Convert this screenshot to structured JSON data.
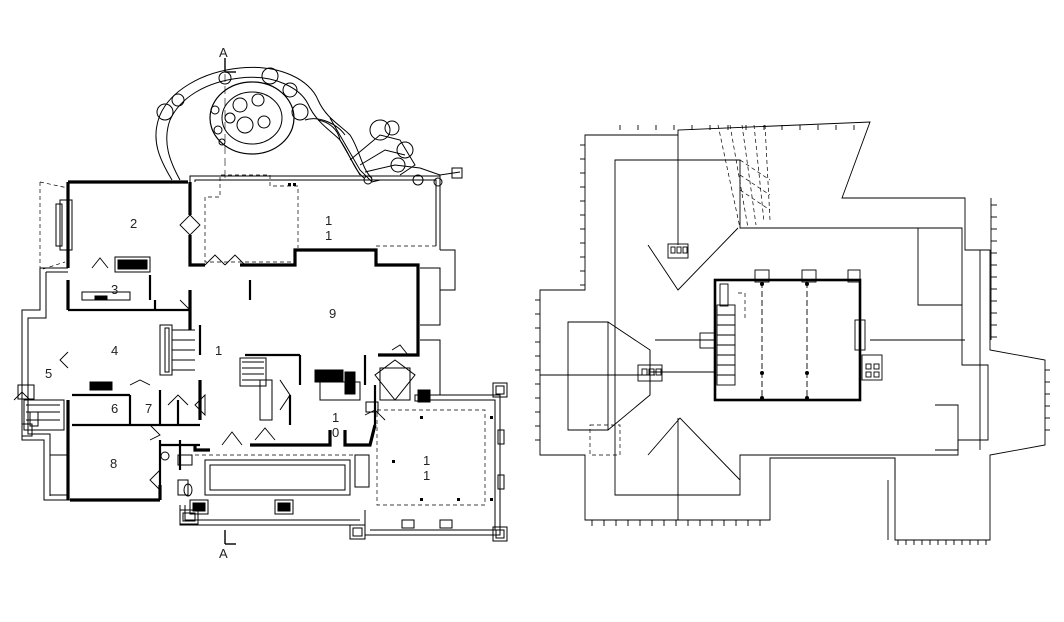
{
  "ground_floor": {
    "section_top": "A",
    "section_bottom": "A",
    "rooms": {
      "r1": "1",
      "r2": "2",
      "r3": "3",
      "r4": "4",
      "r5": "5",
      "r6": "6",
      "r7": "7",
      "r8": "8",
      "r9": "9",
      "r10_top": "1",
      "r10_bottom": "0",
      "r11_patio_top": "1",
      "r11_patio_bottom": "1",
      "r11_garage_top": "1",
      "r11_garage_bottom": "1"
    }
  },
  "roof_plan": {}
}
